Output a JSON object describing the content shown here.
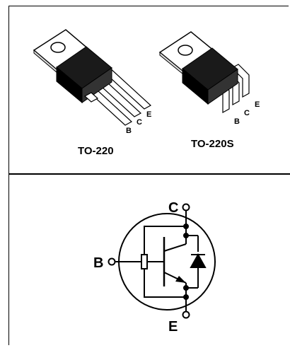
{
  "packages": [
    {
      "name": "TO-220",
      "pins": [
        "B",
        "C",
        "E"
      ]
    },
    {
      "name": "TO-220S",
      "pins": [
        "B",
        "C",
        "E"
      ]
    }
  ],
  "schematic": {
    "terminal_collector": "C",
    "terminal_base": "B",
    "terminal_emitter": "E"
  }
}
